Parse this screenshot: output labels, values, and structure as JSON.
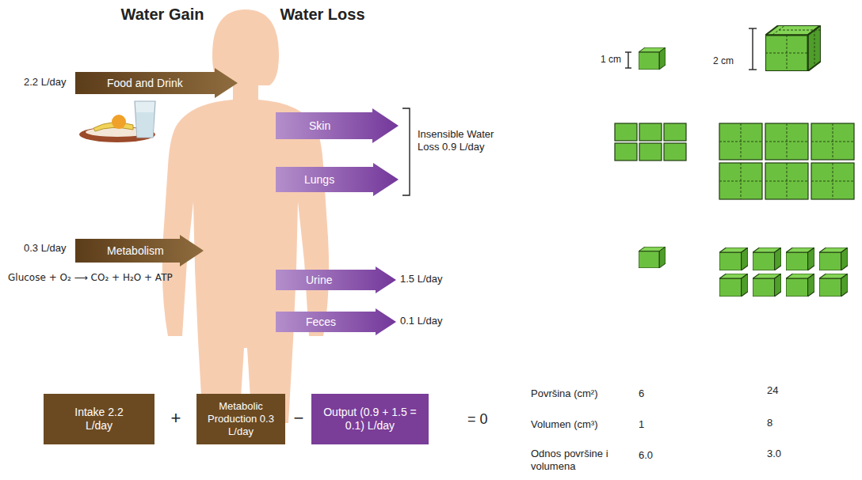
{
  "diagram": {
    "nodes": [
      {
        "text": [
          "Food and Drink"
        ]
      },
      {
        "text": [
          "Skin"
        ]
      },
      {
        "text": [
          "Lungs"
        ]
      },
      {
        "text": [
          "Metabolism"
        ]
      },
      {
        "text": [
          "Urine"
        ]
      },
      {
        "text": [
          "Feces"
        ]
      },
      {
        "text": [
          "Intake 2.2 L/day"
        ]
      },
      {
        "text": [
          "Metabolic Production 0.3 L/day"
        ]
      },
      {
        "text": [
          "Output (0.9 + 1.5 = 0.1) L/day"
        ]
      }
    ],
    "labels": [
      "Water Gain",
      "Water Loss",
      "2.2 L/day",
      "Insensible Water Loss 0.9 L/day",
      "0.3 L/day",
      "Glucose + O₂ ⟶ CO₂ + H₂O + ATP",
      "1.5 L/day",
      "0.1 L/day",
      "+",
      "−",
      "= 0",
      "1 cm",
      "2 cm",
      "Površina (cm²)",
      "6",
      "24",
      "Volumen (cm³)",
      "1",
      "8",
      "Odnos površine i volumena",
      "6.0",
      "3.0"
    ]
  }
}
